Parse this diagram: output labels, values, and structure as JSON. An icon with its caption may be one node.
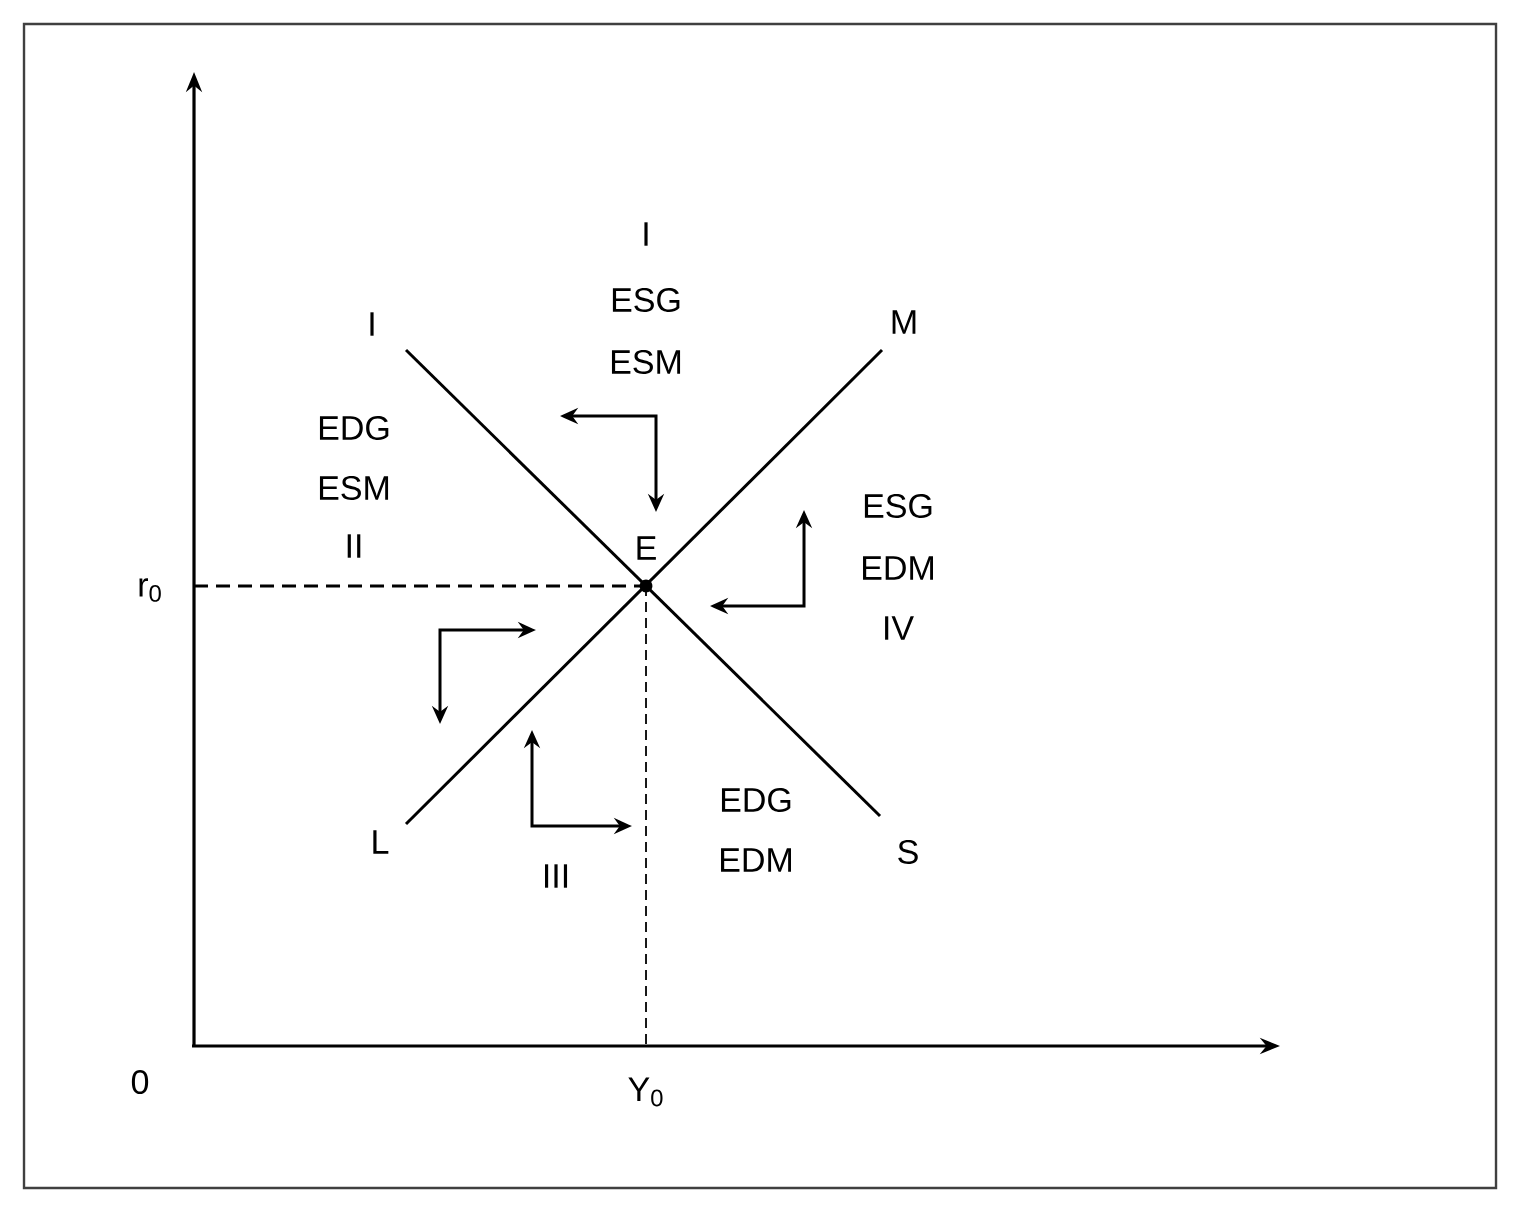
{
  "diagram": {
    "labels": [
      "I",
      "ESG",
      "ESM",
      "I",
      "M",
      "EDG",
      "ESM",
      "II",
      "E",
      "ESG",
      "EDM",
      "IV",
      "r$_{0}$",
      "EDG",
      "EDM",
      "L",
      "S",
      "III",
      "0",
      "Y$_{0}$"
    ]
  }
}
